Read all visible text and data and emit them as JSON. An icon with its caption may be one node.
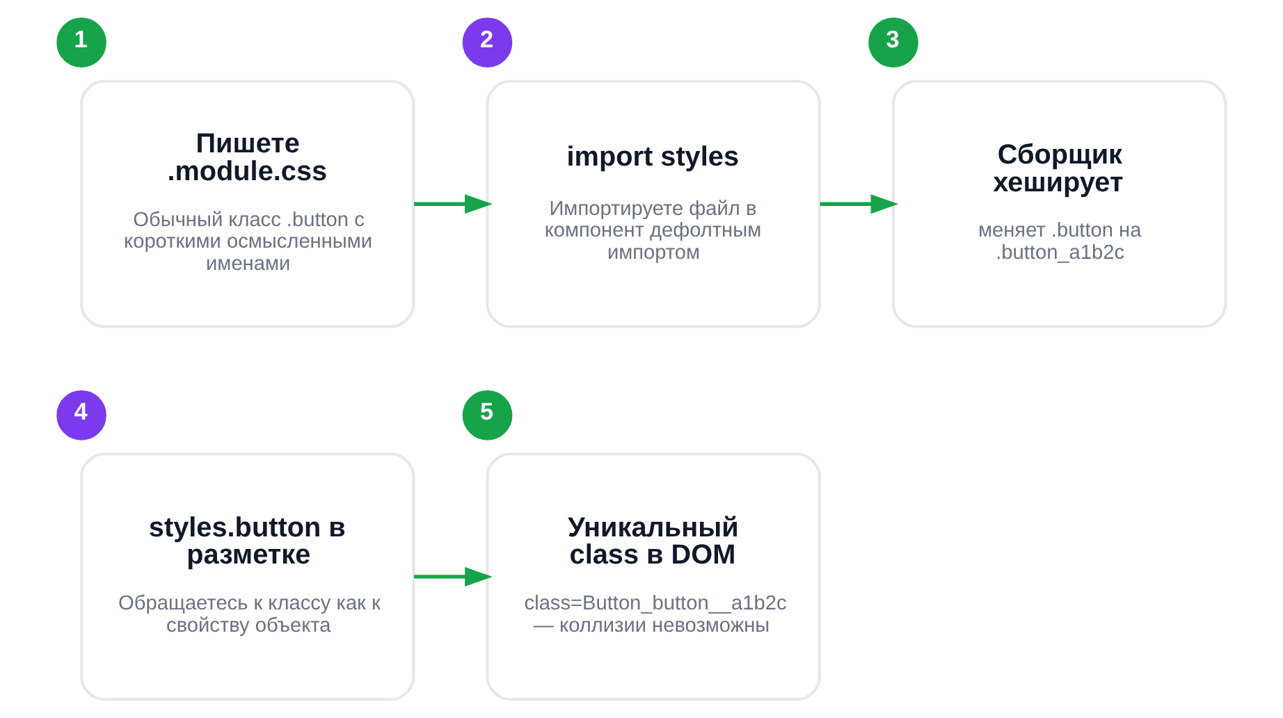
{
  "diagram": {
    "nodes": [
      {
        "text": [
          "1"
        ]
      },
      {
        "text": [
          "Пишете .module.css",
          "Обычный класс .button с короткими осмысленными именами"
        ]
      },
      {
        "text": [
          "2"
        ]
      },
      {
        "text": [
          "import styles",
          "Импортируете файл в компонент дефолтным импортом"
        ]
      },
      {
        "text": [
          "3"
        ]
      },
      {
        "text": [
          "Сборщик хеширует",
          "меняет .button на .button_a1b2c"
        ]
      },
      {
        "text": [
          "4"
        ]
      },
      {
        "text": [
          "styles.button в разметке",
          "Обращаетесь к классу как к свойству объекта"
        ]
      },
      {
        "text": [
          "5"
        ]
      },
      {
        "text": [
          "Уникальный class в DOM",
          "class=Button_button__a1b2c — коллизии невозможны"
        ]
      }
    ],
    "edges": [
      {
        "from": 1,
        "to": 3,
        "arrow": "to"
      },
      {
        "from": 3,
        "to": 5,
        "arrow": "to"
      },
      {
        "from": 7,
        "to": 9,
        "arrow": "to"
      }
    ]
  }
}
